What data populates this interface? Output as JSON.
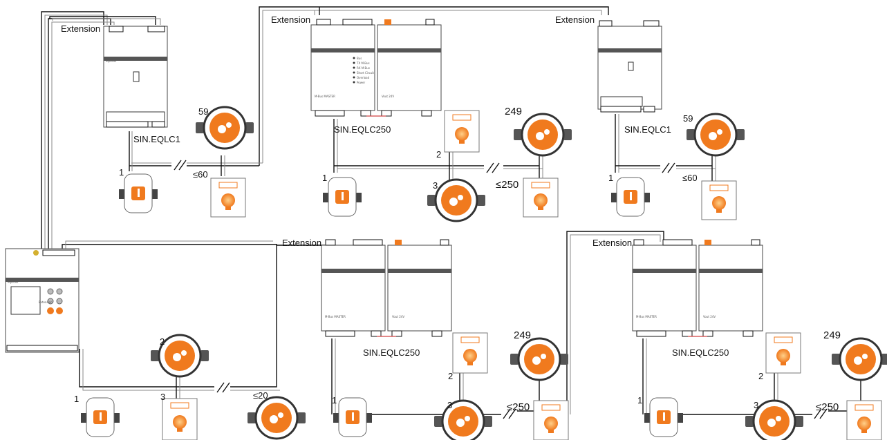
{
  "labels": {
    "extension": "Extension",
    "eqlc1": "SIN.EQLC1",
    "eqlc250": "SIN.EQLC250",
    "n1": "1",
    "n2": "2",
    "n3": "3",
    "n59": "59",
    "n249": "249",
    "le60": "≤60",
    "le250": "≤250",
    "le20": "≤20"
  },
  "device_text": {
    "brand": "equicos",
    "eqlc_led_list": [
      "Bus",
      "TX M-Bus",
      "RX M-Bus",
      "Short Circuit",
      "Overload",
      "Power"
    ],
    "master_title": "M-Bus MASTER",
    "power_label": "Vout 24V",
    "extension_block": "Extension"
  },
  "icons": {
    "water_meter": "water-meter-icon",
    "heat_meter": "heat-meter-thermometer-icon",
    "electricity_meter": "electricity-meter-bulb-icon",
    "controller": "m-bus-controller-icon"
  },
  "colors": {
    "accent": "#f07a1e",
    "module_header": "#555555",
    "bus_wire": "#111111",
    "bus_wire_secondary": "#8a8a8a"
  }
}
